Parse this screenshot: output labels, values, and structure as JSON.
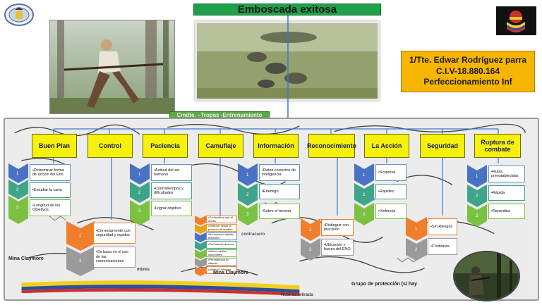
{
  "title": "Emboscada exitosa",
  "info_box": {
    "line1": "1/Tte. Edwar Rodríguez parra",
    "line2": "C.I.V-18.880.164",
    "line3": "Perfeccionamiento Inf"
  },
  "sub_label": "Cmdte. –Tropas -Entrenamiento",
  "categories": [
    {
      "label": "Buen Plan"
    },
    {
      "label": "Control"
    },
    {
      "label": "Paciencia"
    },
    {
      "label": "Camuflaje"
    },
    {
      "label": "Información"
    },
    {
      "label": "Reconocimiento"
    },
    {
      "label": "La Acción"
    },
    {
      "label": "Seguridad"
    },
    {
      "label": "Ruptura de combate"
    }
  ],
  "items": {
    "buen_plan": [
      "•Determinar forma de acción del Eno",
      "•Estudiar la carta",
      "•Longitud de los Objetivos"
    ],
    "control": [
      "•Correctamente con seguridad y rapidez",
      "•Se basa en el uso de las comunicaciones"
    ],
    "paciencia": [
      "•Actitud del ser humano",
      "•Contratiempos y dificultades",
      "•Lograr objetivo"
    ],
    "camuflaje": [
      "•Confundirse con el medio",
      "•Observe desde la posición de tendido",
      "•No exponer objetos brillantes",
      "•Permanece desnud",
      "•Utilice medios disponibles",
      "•Permanezca en silencio",
      "•Aliste el uniforme"
    ],
    "informacion": [
      "•Datos correctos de inteligencia",
      "•Enemigo",
      "•Sobre el terreno"
    ],
    "reconocimiento": [
      "•Distinguir con precisión",
      "•Ubicación y fuerza del ENO"
    ],
    "la_accion": [
      "•Sorpresa",
      "•Rapidez",
      "•Violencia"
    ],
    "seguridad": [
      "•Sin Riesgos",
      "•Confianza"
    ],
    "ruptura": [
      "•Rutas preestablecidas",
      "•Rápida",
      "•Repentina"
    ]
  },
  "chevron_numbers": [
    "1",
    "2",
    "3"
  ],
  "map_labels": {
    "mina1": "Mina Claymore",
    "mina2": "Mina Claymore",
    "contracarro": "contracarro",
    "grupo": "Grupo de protección (si hay",
    "ruta": "Ruta de retirada",
    "hombres": "mbres"
  },
  "colors": {
    "title_bg": "#1fa14a",
    "info_bg": "#f5b500",
    "category_bg": "#f5f10a",
    "chevron_blue": "#4a72c4",
    "chevron_teal": "#3fa58a",
    "chevron_green": "#7dc142",
    "chevron_orange": "#ef7f2c",
    "chevron_gray": "#9a9a9a",
    "connector": "#3a78c8"
  }
}
